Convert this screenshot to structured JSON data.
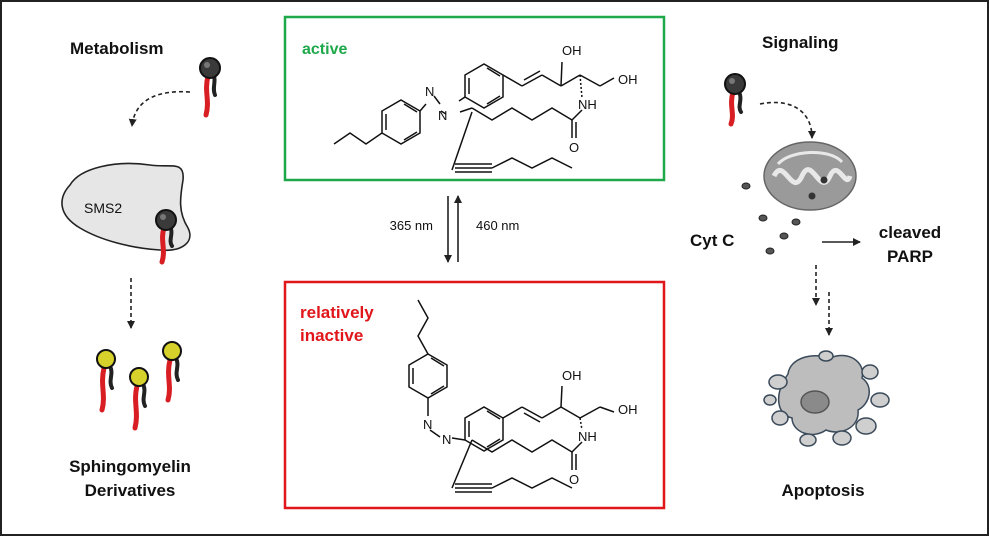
{
  "left": {
    "heading": "Metabolism",
    "enzyme": "SMS2",
    "product_line1": "Sphingomyelin",
    "product_line2": "Derivatives"
  },
  "center": {
    "top_box_label": "active",
    "bottom_box_label_line1": "relatively",
    "bottom_box_label_line2": "inactive",
    "wavelength_forward": "365 nm",
    "wavelength_reverse": "460 nm",
    "atom_oh": "OH",
    "atom_nh": "NH",
    "atom_n": "N",
    "atom_o": "O"
  },
  "right": {
    "heading": "Signaling",
    "cytc": "Cyt C",
    "parp_line1": "cleaved",
    "parp_line2": "PARP",
    "outcome": "Apoptosis"
  },
  "colors": {
    "active_box": "#1fa84a",
    "inactive_box": "#e0161b",
    "lipid_tail_red": "#d81e23",
    "probe_head_dark": "#3a3a3a",
    "probe_head_yellow": "#d6d22b",
    "cell_gray": "#bdbdbd",
    "mito_gray": "#9a9a9a"
  }
}
